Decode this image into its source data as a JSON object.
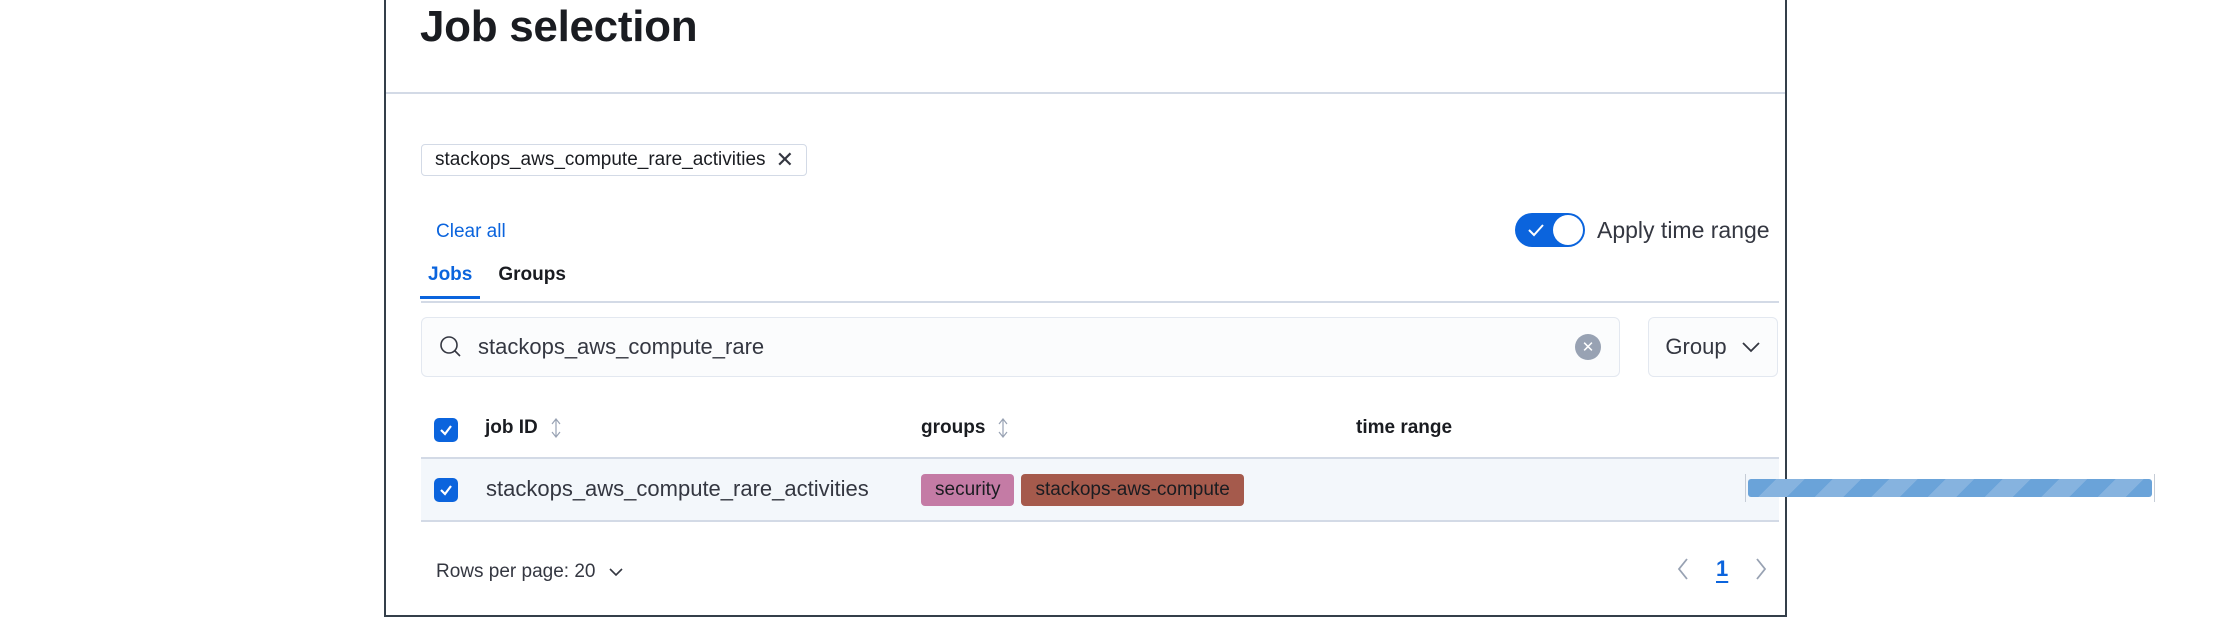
{
  "panel": {
    "title": "Job selection",
    "border_color": "#343f4a"
  },
  "selected_chips": [
    {
      "label": "stackops_aws_compute_rare_activities",
      "remove_icon": "close-icon"
    }
  ],
  "clear_all_label": "Clear all",
  "apply_time_range": {
    "label": "Apply time range",
    "enabled": true
  },
  "tabs": [
    {
      "label": "Jobs",
      "active": true
    },
    {
      "label": "Groups",
      "active": false
    }
  ],
  "search": {
    "value": "stackops_aws_compute_rare",
    "icon": "search-icon",
    "clear_icon": "clear-icon"
  },
  "group_button": {
    "label": "Group",
    "icon": "chevron-down-icon"
  },
  "table": {
    "columns": [
      {
        "label": "job ID",
        "sortable": true
      },
      {
        "label": "groups",
        "sortable": true
      },
      {
        "label": "time range",
        "sortable": false
      }
    ],
    "select_all_checked": true,
    "rows": [
      {
        "checked": true,
        "job_id": "stackops_aws_compute_rare_activities",
        "groups": [
          {
            "label": "security",
            "color": "#c47ba5"
          },
          {
            "label": "stackops-aws-compute",
            "color": "#a55a4c"
          }
        ],
        "time_range_bar": {
          "color_a": "#6aa3d9",
          "color_b": "#86b3df"
        }
      }
    ]
  },
  "footer": {
    "rows_per_page_label": "Rows per page: 20",
    "pagination": {
      "current_page": "1",
      "prev_icon": "chevron-left-icon",
      "next_icon": "chevron-right-icon"
    }
  },
  "colors": {
    "accent": "#0b64dd",
    "divider": "#d3dae6",
    "row_highlight": "#f3f7fb"
  }
}
